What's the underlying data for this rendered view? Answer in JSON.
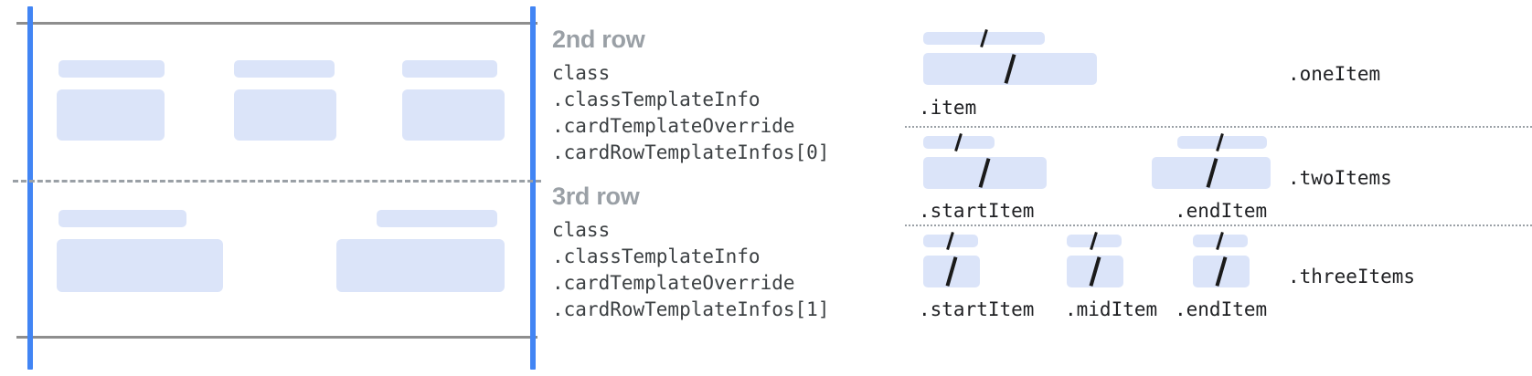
{
  "left_diagram": {
    "name": "card-template-rows",
    "frame": {
      "accent_color": "#4285f4",
      "border_color": "#8e8e8e",
      "divider_color": "#9aa0a6",
      "placeholder_color": "#dbe4f9"
    },
    "rows": [
      {
        "name": "2nd row",
        "columns": [
          {
            "bar": true,
            "block": true
          },
          {
            "bar": true,
            "block": true
          },
          {
            "bar": true,
            "block": true
          }
        ]
      },
      {
        "name": "3rd row",
        "columns": [
          {
            "bar": true,
            "block": true
          },
          {
            "bar": true,
            "block": true
          }
        ]
      }
    ]
  },
  "row_descriptions": [
    {
      "title": "2nd row",
      "lines": [
        "class",
        ".classTemplateInfo",
        ".cardTemplateOverride",
        ".cardRowTemplateInfos[0]"
      ]
    },
    {
      "title": "3rd row",
      "lines": [
        "class",
        ".classTemplateInfo",
        ".cardTemplateOverride",
        ".cardRowTemplateInfos[1]"
      ]
    }
  ],
  "right_diagram": {
    "variants": [
      {
        "variant_label": ".oneItem",
        "slots": [
          ".item"
        ]
      },
      {
        "variant_label": ".twoItems",
        "slots": [
          ".startItem",
          ".endItem"
        ]
      },
      {
        "variant_label": ".threeItems",
        "slots": [
          ".startItem",
          ".midItem",
          ".endItem"
        ]
      }
    ]
  }
}
